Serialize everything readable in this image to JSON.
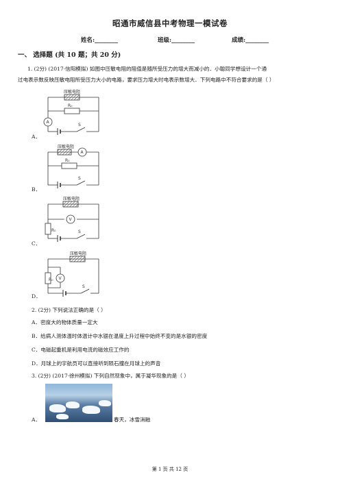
{
  "doc": {
    "title": "昭通市威信县中考物理一模试卷",
    "name_label": "姓名:________",
    "class_label": "班级:________",
    "score_label": "成绩:________"
  },
  "section": {
    "title": "一、 选择题 (共 10 题；共 20 分)"
  },
  "q1": {
    "line1": "1.  (2分) (2017·信阳模拟) 如图中压敏电阻的阻值是随所受压力的增大而减小的．小聪同学想设计一个通",
    "line2": "过电表示数反映压敏电阻所受压力大小的电路，要求压力增大时电表示数增大．下列电路中不符合要求的是（       ）",
    "options": [
      "A．",
      "B．",
      "C．",
      "D．"
    ],
    "resistor_label": "压敏电阻",
    "r0_label": "R₀",
    "ammeter": "A",
    "voltmeter": "V",
    "switch": "S"
  },
  "q2": {
    "stem": "2.  (2分)  下列说法正确的是（       ）",
    "options": [
      "A．密度大的物体质量一定大",
      "B．给病人测体温时体温计中水银在温度上升过程中始终不变的是水银的密度",
      "C．电磁起重机是利用电流的磁效应工作的",
      "D．月球上的宇航员可以直接听到陨石撞在月球上的声音"
    ]
  },
  "q3": {
    "stem": "3.  (2分)  (2017·徐州模拟) 下列自然现象中，属于凝华现象的是（       ）",
    "option_a_label": "A．",
    "option_a_text": "春天，冰雪消融"
  },
  "footer": {
    "page": "第 1 页 共 12 页"
  }
}
